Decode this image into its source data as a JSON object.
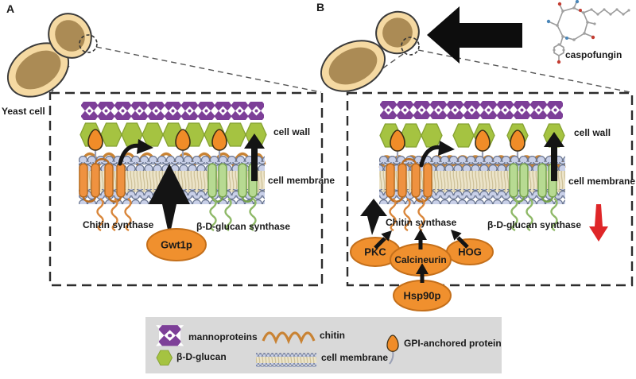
{
  "panelA": {
    "letter": "A",
    "yeast_cell": "Yeast cell",
    "cell_wall": "cell wall",
    "cell_membrane": "cell membrane",
    "chitin_synthase": "Chitin synthase",
    "glucan_synthase": "β-D-glucan synthase",
    "gwt1p": "Gwt1p"
  },
  "panelB": {
    "letter": "B",
    "caspofungin": "caspofungin",
    "cell_wall": "cell wall",
    "cell_membrane": "cell membrane",
    "chitin_synthase": "Chitin synthase",
    "glucan_synthase": "β-D-glucan synthase",
    "pkc": "PKC",
    "calcineurin": "Calcineurin",
    "hog": "HOG",
    "hsp90p": "Hsp90p"
  },
  "legend": {
    "mannoproteins": "mannoproteins",
    "beta_glucan": "β-D-glucan",
    "chitin": "chitin",
    "cell_membrane": "cell membrane",
    "gpi": "GPI-anchored protein"
  },
  "colors": {
    "mannoprotein_purple": "#7d3f98",
    "glucan_green": "#a5c341",
    "protein_orange": "#f0902e",
    "synthase_light_green": "#b7da92",
    "membrane_head": "#c9d0e8",
    "membrane_body": "#ece4c9",
    "chitin_orange": "#c98334",
    "inhibition_red": "#df2628",
    "yeast_outer": "#f5d9a2",
    "yeast_inner": "#ab8b55",
    "legend_bg": "#d9d9d9",
    "arrow_black": "#141414"
  }
}
